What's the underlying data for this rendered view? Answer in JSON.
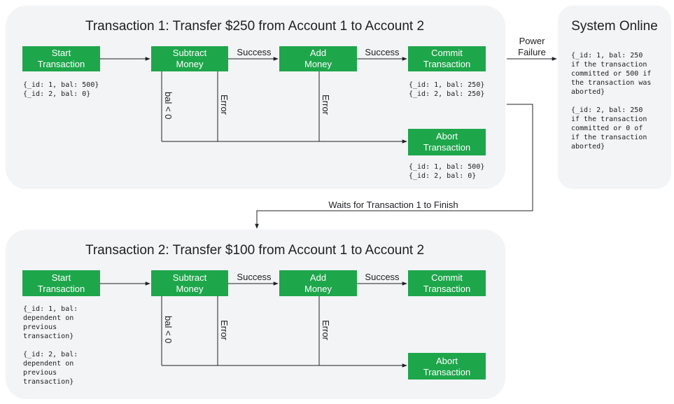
{
  "transaction1": {
    "title": "Transaction 1: Transfer $250 from Account 1 to Account 2",
    "start": [
      "Start",
      "Transaction"
    ],
    "subtract": [
      "Subtract",
      "Money"
    ],
    "add": [
      "Add",
      "Money"
    ],
    "commit": [
      "Commit",
      "Transaction"
    ],
    "abort": [
      "Abort",
      "Transaction"
    ],
    "success1": "Success",
    "success2": "Success",
    "bal_check": "bal < 0",
    "error1": "Error",
    "error2": "Error",
    "start_state": [
      "{_id: 1, bal: 500}",
      "{_id: 2, bal: 0}"
    ],
    "commit_state": [
      "{_id: 1, bal: 250}",
      "{_id: 2, bal: 250}"
    ],
    "abort_state": [
      "{_id: 1, bal: 500}",
      "{_id: 2, bal: 0}"
    ]
  },
  "power_failure": [
    "Power",
    "Failure"
  ],
  "system_online": {
    "title": "System Online",
    "note1": [
      "{_id: 1, bal: 250",
      "if the transaction",
      "committed or 500 if",
      "the transaction was",
      "aborted}"
    ],
    "note2": [
      "{_id: 2, bal: 250",
      "if the transaction",
      "committed or 0 of",
      "if the transaction",
      "aborted}"
    ]
  },
  "waits_label": "Waits for Transaction 1 to Finish",
  "transaction2": {
    "title": "Transaction 2: Transfer $100 from Account 1 to Account 2",
    "start": [
      "Start",
      "Transaction"
    ],
    "subtract": [
      "Subtract",
      "Money"
    ],
    "add": [
      "Add",
      "Money"
    ],
    "commit": [
      "Commit",
      "Transaction"
    ],
    "abort": [
      "Abort",
      "Transaction"
    ],
    "success1": "Success",
    "success2": "Success",
    "bal_check": "bal < 0",
    "error1": "Error",
    "error2": "Error",
    "state1": [
      "{_id: 1, bal:",
      "dependent on",
      "previous",
      "transaction}"
    ],
    "state2": [
      "{_id: 2, bal:",
      "dependent on",
      "previous",
      "transaction}"
    ]
  },
  "colors": {
    "panel": "#f2f4f6",
    "box": "#1ea64b",
    "box_text": "#ffffff",
    "text": "#202124"
  }
}
